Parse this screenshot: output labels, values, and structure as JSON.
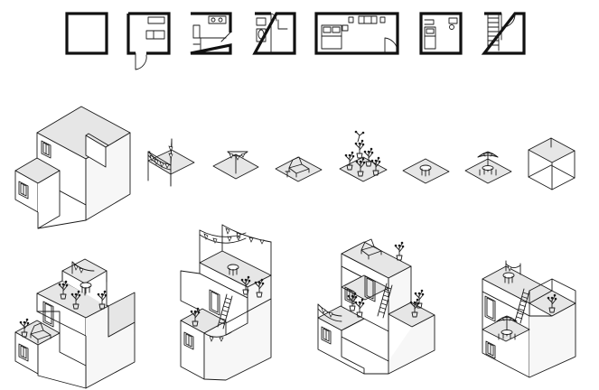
{
  "palette": {
    "ink": "#1a1a1a",
    "roof_fill": "#e6e6e6",
    "wall_fill": "#ffffff",
    "background": "#ffffff"
  },
  "rows": {
    "plans": [
      "empty-room",
      "hallway-entry",
      "kitchen",
      "bathroom",
      "master-bedroom",
      "small-bedroom",
      "staircase"
    ],
    "modules": [
      "base-house",
      "bunting-frame",
      "bunting-corner",
      "sun-lounger",
      "potted-plants",
      "round-table",
      "umbrella-table",
      "open-frame"
    ],
    "combinations": [
      "combo-1",
      "combo-2",
      "combo-3",
      "combo-4"
    ]
  }
}
